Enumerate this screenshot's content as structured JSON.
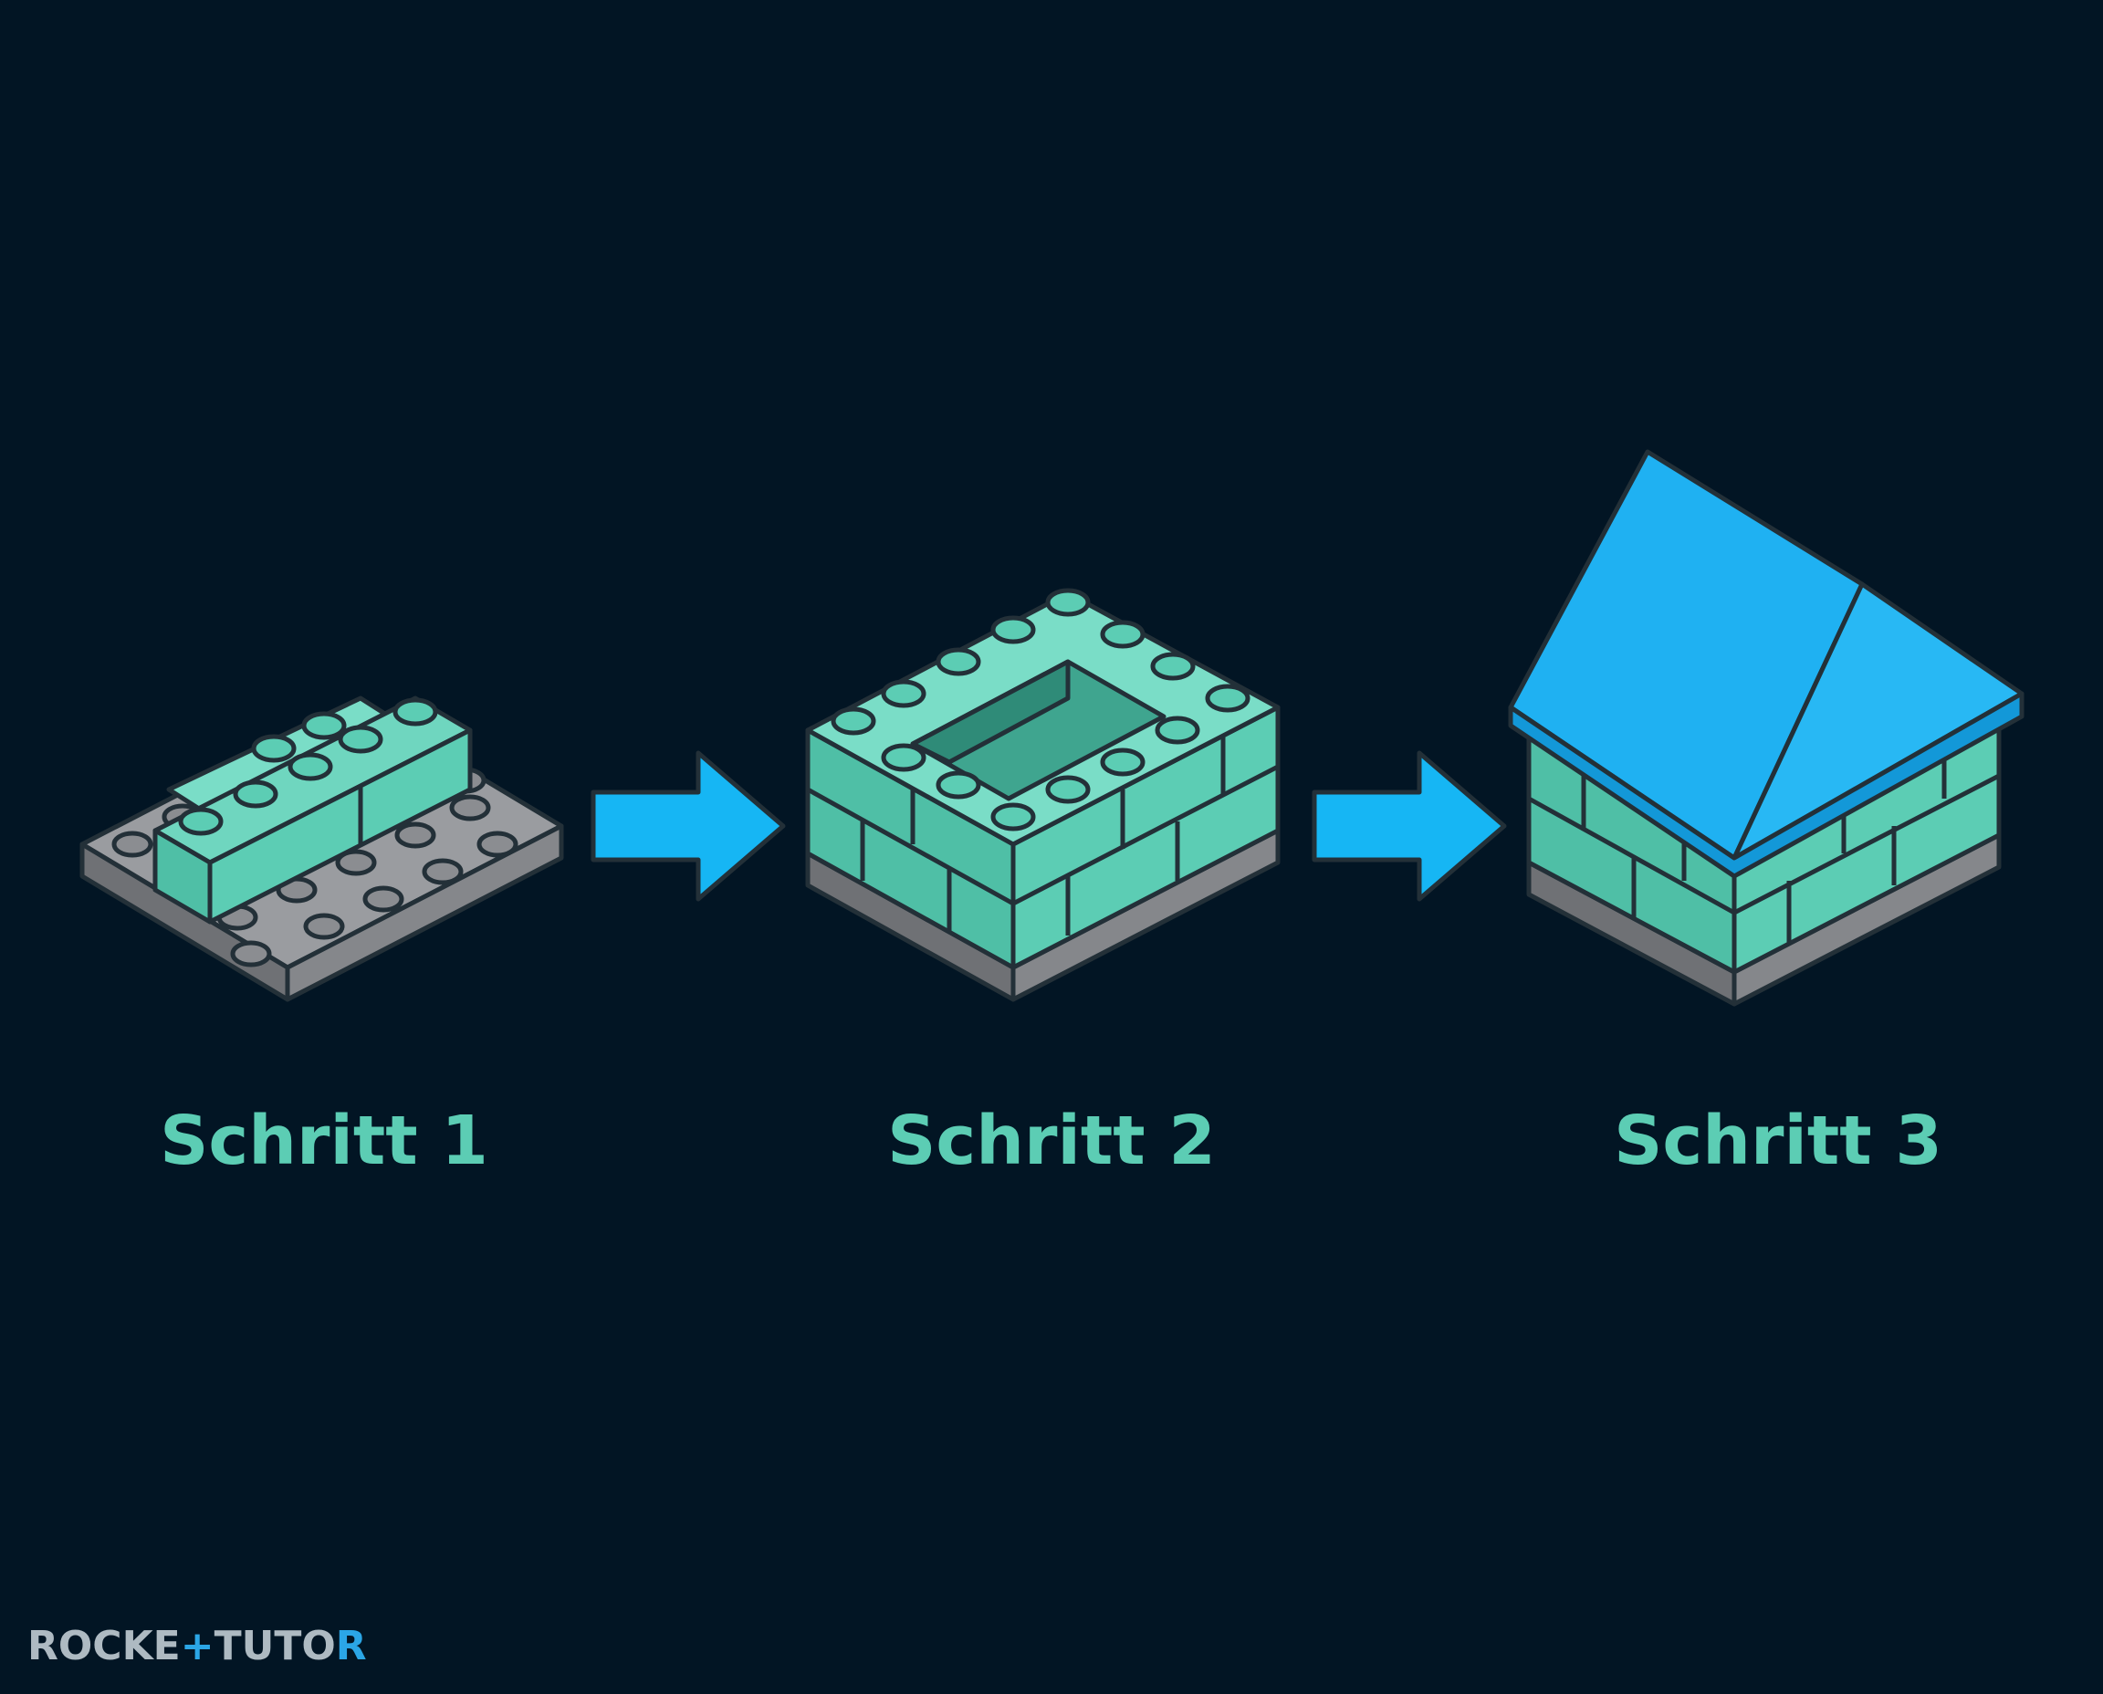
{
  "colors": {
    "background": "#021524",
    "brick": "#5ccdb4",
    "brick_light": "#7addc7",
    "brick_dark": "#3fa58f",
    "baseplate": "#8b8d91",
    "baseplate_top": "#9a9ca0",
    "roof": "#1fb1f2",
    "arrow": "#16b6f4",
    "outline": "#233038",
    "label": "#5ccdb4",
    "logo": "#aebac2",
    "logo_accent": "#2ba6e6"
  },
  "steps": [
    {
      "label": "Schritt 1",
      "stage": "baseplate-with-bricks"
    },
    {
      "label": "Schritt 2",
      "stage": "hollow-brick-box"
    },
    {
      "label": "Schritt 3",
      "stage": "house-with-roof"
    }
  ],
  "arrows": [
    "arrow-right",
    "arrow-right"
  ],
  "logo": {
    "part1": "ROCKE",
    "part2": "TUTO"
  }
}
